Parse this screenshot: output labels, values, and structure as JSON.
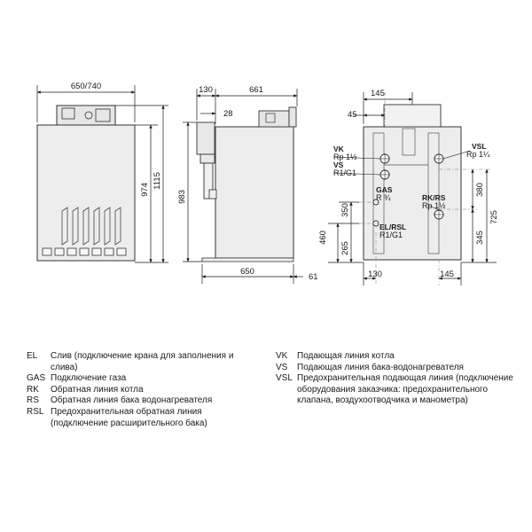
{
  "dims": {
    "front_width": "650/740",
    "front_height_a": "974",
    "front_height_b": "1115",
    "side_top_a": "130",
    "side_top_b": "661",
    "side_small": "28",
    "side_height": "983",
    "side_bottom": "650",
    "side_bottom_small": "61",
    "rear_top_a": "145",
    "rear_top_b": "45",
    "rear_bottom_a": "130",
    "rear_bottom_b": "145",
    "rear_h_350": "350",
    "rear_h_460": "460",
    "rear_h_265": "265",
    "rear_h_380": "380",
    "rear_h_345": "345",
    "rear_h_725": "725"
  },
  "connections": {
    "vk_code": "VK",
    "vk_size": "Rp 1½",
    "vs_code": "VS",
    "vs_size": "R1/G1",
    "gas_code": "GAS",
    "gas_size": "R ¾",
    "elrsl_code": "EL/RSL",
    "elrsl_size": "R1/G1",
    "rkrs_code": "RK/RS",
    "rkrs_size": "Rp 1½",
    "vsl_code": "VSL",
    "vsl_size": "Rp 1¼"
  },
  "legend": {
    "left": [
      {
        "code": "EL",
        "text": "Слив (подключение крана для заполнения и слива)"
      },
      {
        "code": "GAS",
        "text": "Подключение газа"
      },
      {
        "code": "RK",
        "text": "Обратная линия котла"
      },
      {
        "code": "RS",
        "text": "Обратная линия бака водонагревателя"
      },
      {
        "code": "RSL",
        "text": "Предохранительная обратная линия (подключение расширительного бака)"
      }
    ],
    "right": [
      {
        "code": "VK",
        "text": "Подающая линия котла"
      },
      {
        "code": "VS",
        "text": "Подающая линия бака-водонагревателя"
      },
      {
        "code": "VSL",
        "text": "Предохранительная подающая линия (подключение оборудования заказчика: предохранительного клапана, воздухоотводчика и манометра)"
      }
    ]
  }
}
